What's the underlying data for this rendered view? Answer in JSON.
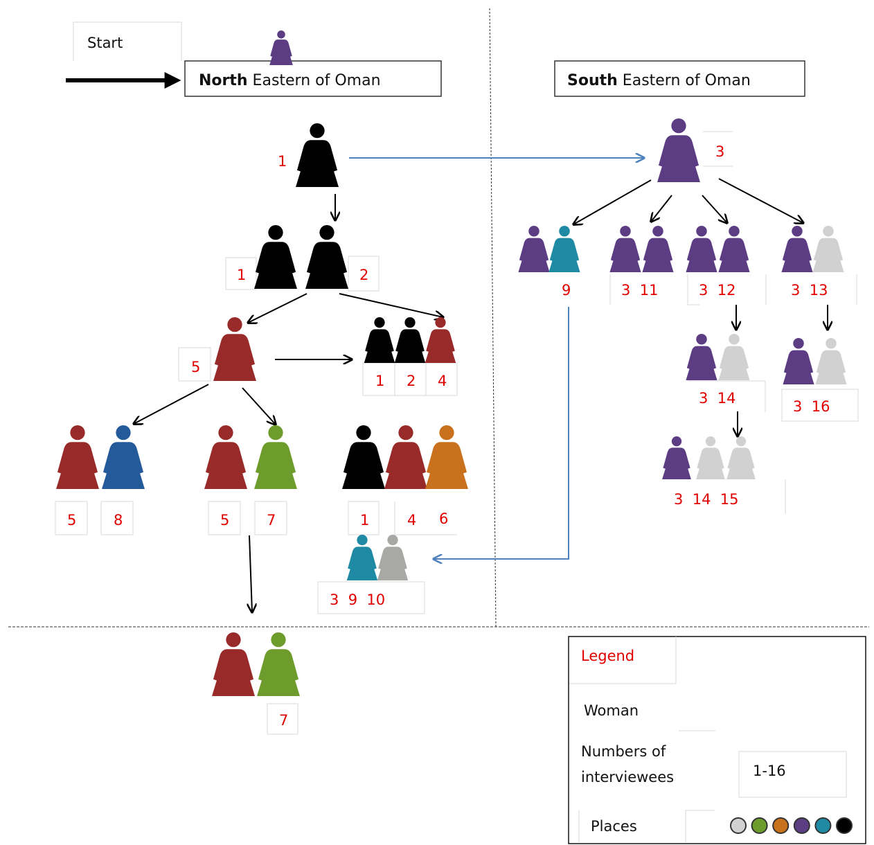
{
  "start": {
    "label": "Start"
  },
  "regions": {
    "north": {
      "bold": "North",
      "rest": " Eastern of Oman"
    },
    "south": {
      "bold": "South",
      "rest": " Eastern of Oman"
    }
  },
  "colors": {
    "black": "#000000",
    "purple": "#5c3d84",
    "red": "#982a29",
    "blue": "#245a9a",
    "green": "#6e9c2c",
    "orange": "#c9711c",
    "teal": "#1f8aa4",
    "gray": "#a8a8a5",
    "lightgray": "#d1d1d1",
    "label_red": "#e00000",
    "arrow_blue": "#4f81bd"
  },
  "labels": {
    "n1": "1",
    "pair_left": "1",
    "pair_right": "2",
    "w5": "5",
    "trio1_a": "1",
    "trio1_b": "2",
    "trio1_c": "4",
    "g1_a": "5",
    "g1_b": "8",
    "g2_a": "5",
    "g2_b": "7",
    "g3_a": "1",
    "g3_b": "4",
    "g3_c": "6",
    "g4": "3  9  10",
    "bottom": "7",
    "s3": "3",
    "s9": "9",
    "s11": "3  11",
    "s12": "3  12",
    "s13": "3  13",
    "s14": "3  14",
    "s16": "3  16",
    "s15": "3  14  15"
  },
  "legend": {
    "title": "Legend",
    "woman": "Woman",
    "numbers_line1": "Numbers of",
    "numbers_line2": "interviewees",
    "numbers_value": "1-16",
    "places": "Places",
    "place_colors": [
      "lightgray",
      "green",
      "orange",
      "purple",
      "teal",
      "black"
    ]
  }
}
